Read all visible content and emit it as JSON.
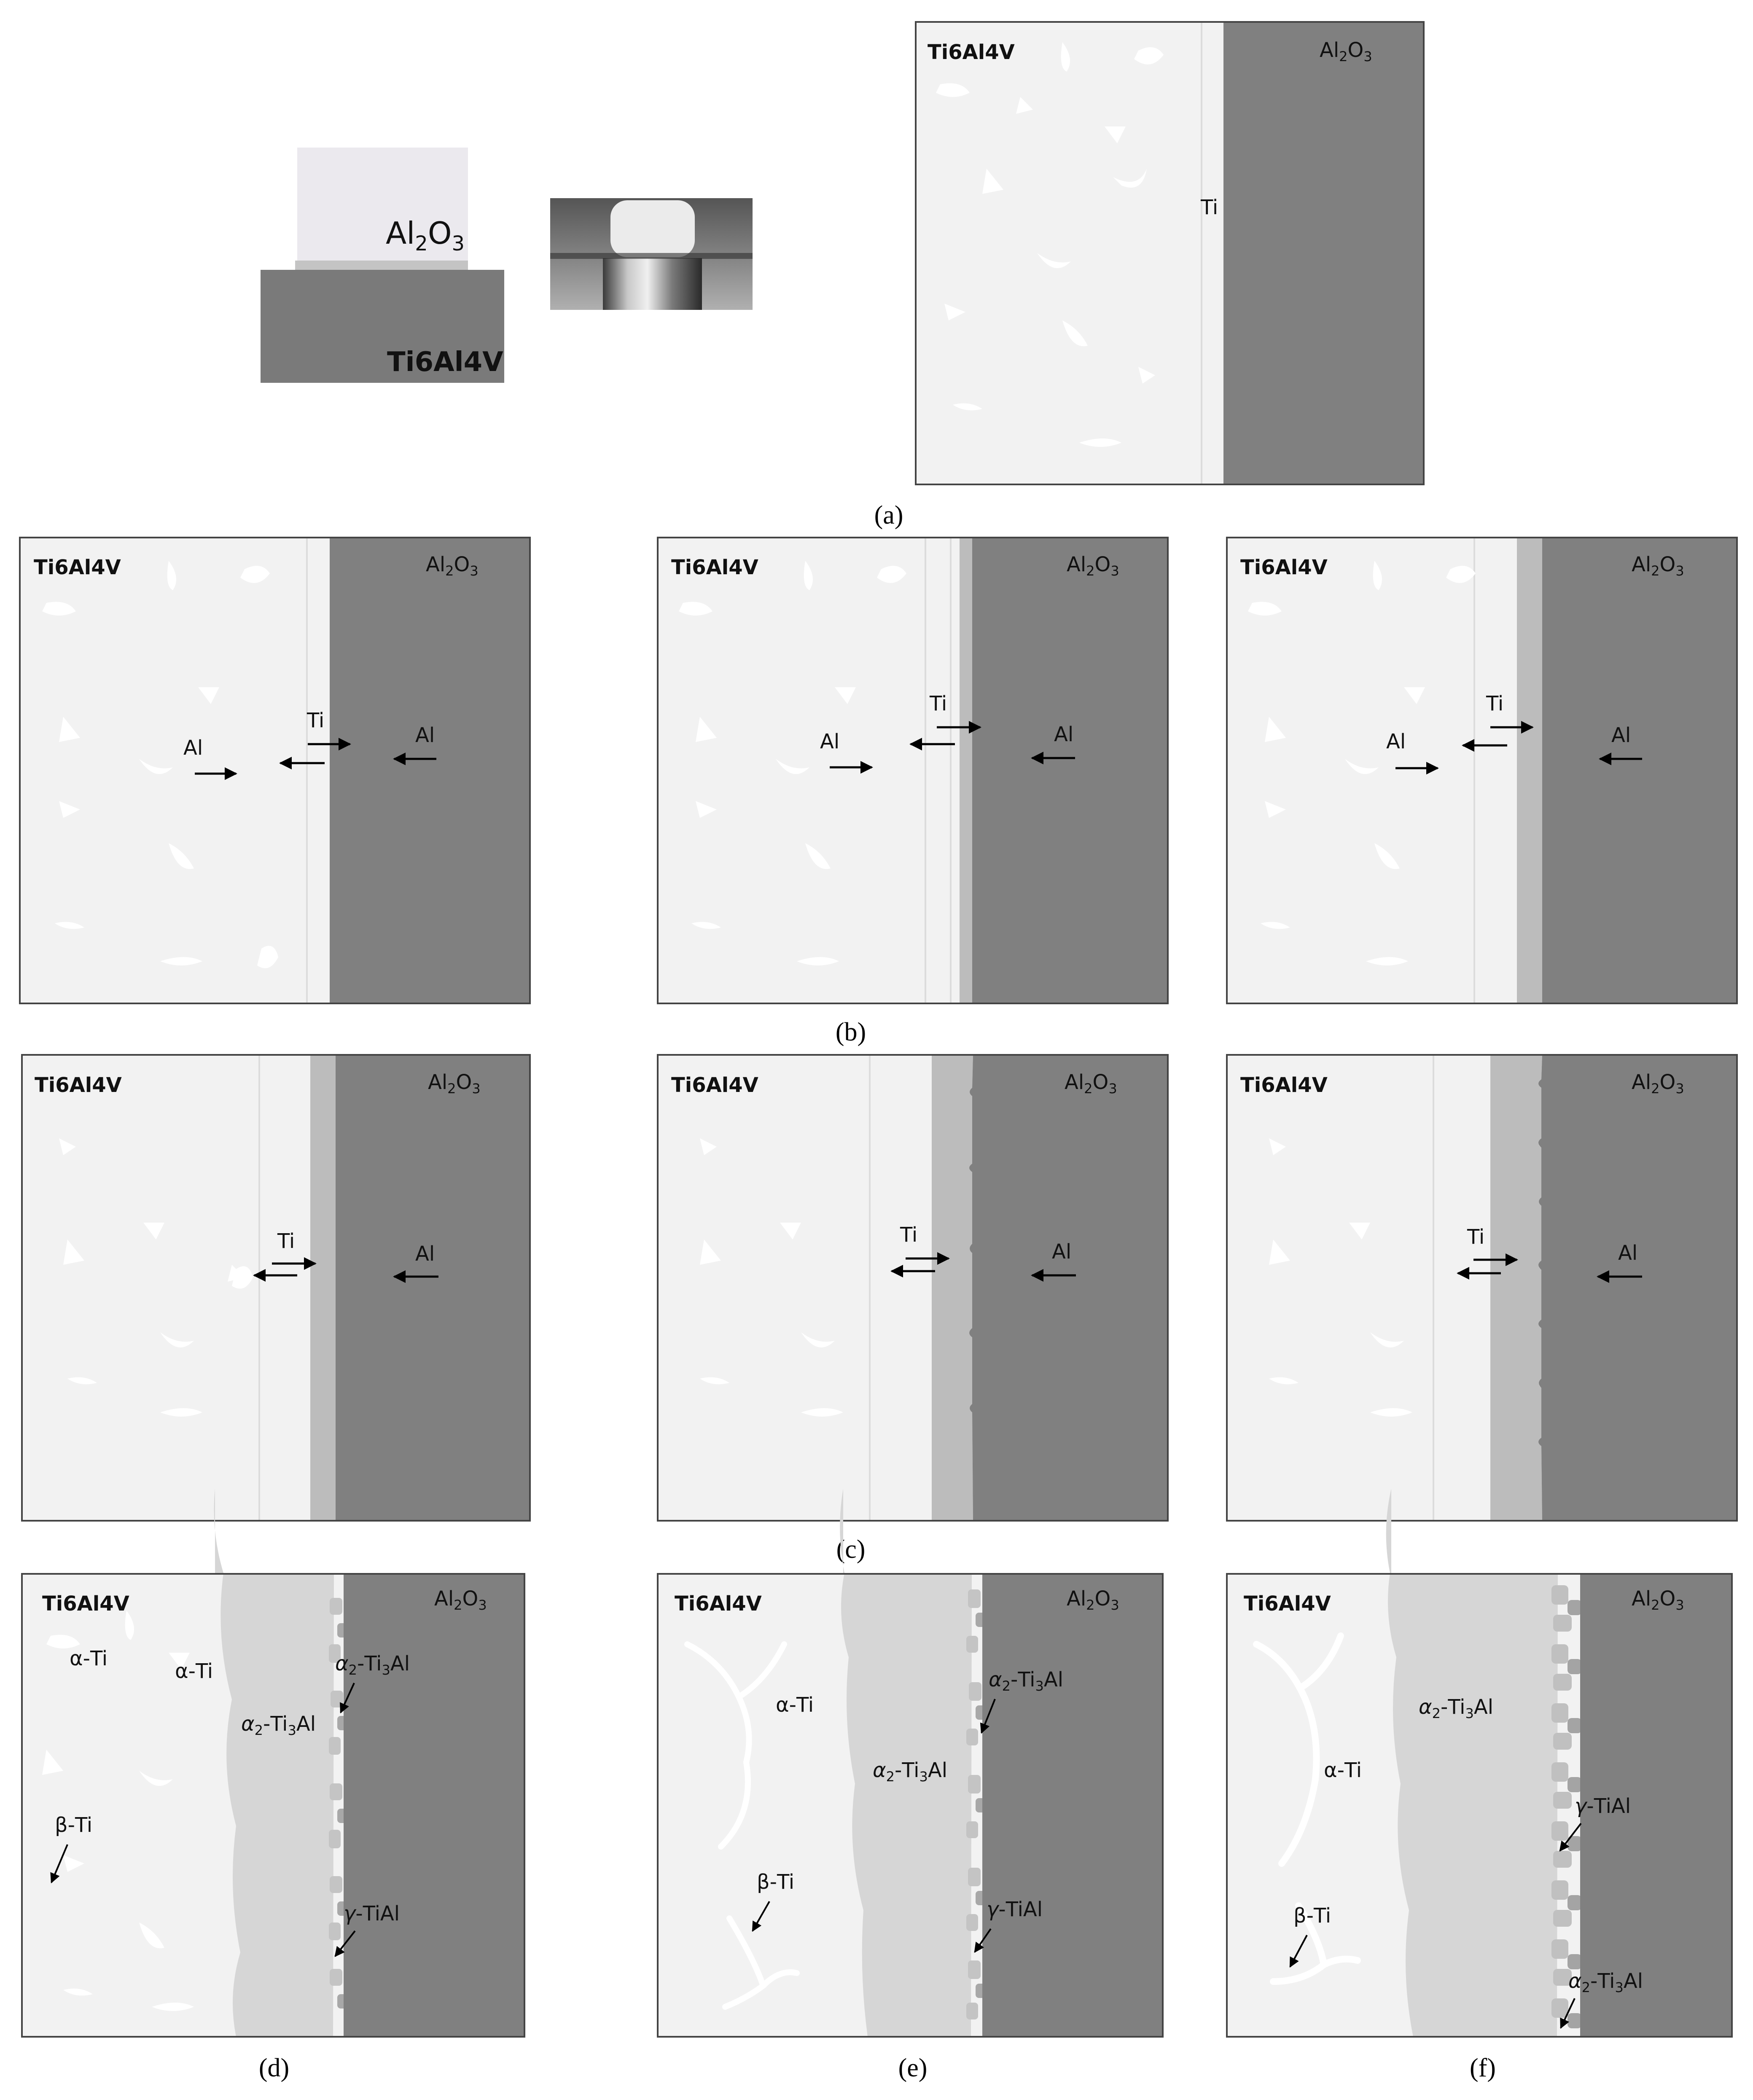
{
  "figure": {
    "captions": {
      "a": "(a)",
      "b": "(b)",
      "c": "(c)",
      "d": "(d)",
      "e": "(e)",
      "f": "(f)"
    },
    "labels": {
      "ti6al4v": "Ti6Al4V",
      "al2o3": "Al2O3",
      "ti": "Ti",
      "al": "Al",
      "alpha_ti": "α-Ti",
      "beta_ti": "β-Ti",
      "alpha2_ti3al": "α2-Ti3Al",
      "gamma_tial": "γ-TiAl"
    },
    "colors": {
      "ti6al4v": "#f2f2f2",
      "al2o3": "#808080",
      "interlayer": "#bcbcbc",
      "alpha2_zone": "#d6d6d6",
      "grains": "#ffffff",
      "border": "#444444"
    }
  }
}
